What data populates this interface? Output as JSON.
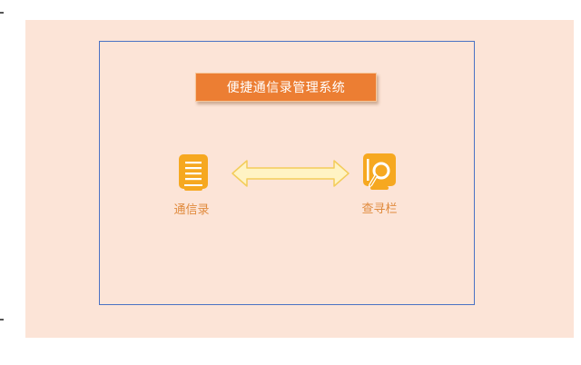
{
  "diagram": {
    "title": "便捷通信录管理系统",
    "left_node": {
      "label": "通信录",
      "icon": "address-book-icon"
    },
    "right_node": {
      "label": "查寻栏",
      "icon": "search-document-icon"
    },
    "connector": "double-arrow"
  },
  "colors": {
    "background": "#fce4d7",
    "frame_border": "#4a72c4",
    "title_fill": "#ec7e33",
    "icon_fill": "#f6a820",
    "arrow_fill": "#fff3c4",
    "arrow_stroke": "#f3cc5a",
    "label_text": "#e08a3c"
  }
}
